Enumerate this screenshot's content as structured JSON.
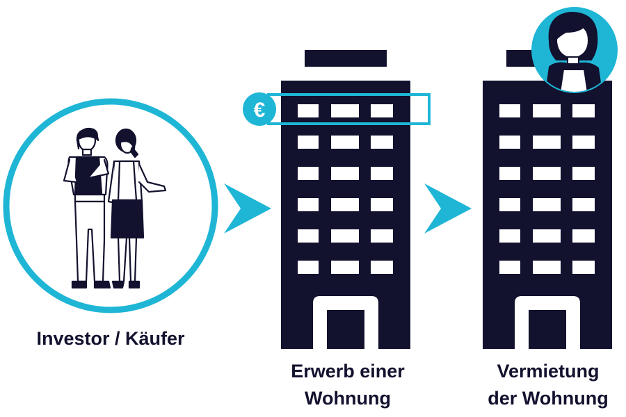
{
  "colors": {
    "navy": "#12112e",
    "accent": "#1fb6d6",
    "white": "#ffffff"
  },
  "icons": {
    "currency": "euro-icon",
    "people": "investor-couple-icon",
    "tenant": "tenant-woman-icon",
    "building": "apartment-building-icon",
    "flow": "chevron-right-icon"
  },
  "steps": [
    {
      "label": "Investor / Käufer"
    },
    {
      "label_line1": "Erwerb einer",
      "label_line2": "Wohnung"
    },
    {
      "label_line1": "Vermietung",
      "label_line2": "der Wohnung"
    }
  ],
  "euro_symbol": "€"
}
